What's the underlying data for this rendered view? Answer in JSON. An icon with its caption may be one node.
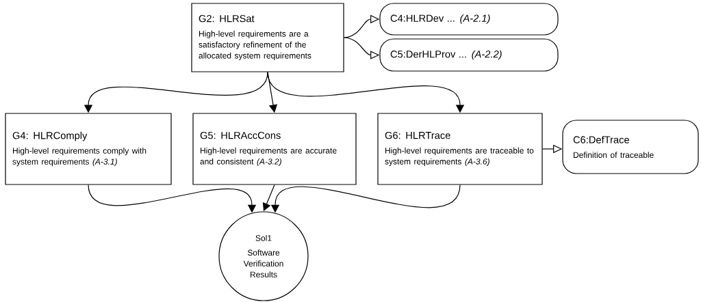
{
  "diagram": {
    "nodes": [
      {
        "text": [
          "G2: HLRSat",
          "High-level requirements are a satisfactory refinement of the allocated system requirements"
        ]
      },
      {
        "text": [
          "C4:HLRDev ... *(A-2.1)*"
        ]
      },
      {
        "text": [
          "C5:DerHLProv ... *(A-2.2)*"
        ]
      },
      {
        "text": [
          "G4: HLRComply",
          "High-level requirements comply with system requirements *(A-3.1)*"
        ]
      },
      {
        "text": [
          "G5: HLRAccCons",
          "High-level requirements are accurate and consistent *(A-3.2)*"
        ]
      },
      {
        "text": [
          "G6: HLRTrace",
          "High-level requirements are traceable to system requirements *(A-3.6)*"
        ]
      },
      {
        "text": [
          "C6:DefTrace",
          "Definition of traceable"
        ]
      },
      {
        "text": [
          "Sol1",
          "Software Verification Results"
        ]
      }
    ],
    "edges": [
      {
        "from": 0,
        "to": 1,
        "arrow": "to"
      },
      {
        "from": 0,
        "to": 2,
        "arrow": "to"
      },
      {
        "from": 0,
        "to": 3,
        "arrow": "to"
      },
      {
        "from": 0,
        "to": 4,
        "arrow": "to"
      },
      {
        "from": 0,
        "to": 5,
        "arrow": "to"
      },
      {
        "from": 5,
        "to": 6,
        "arrow": "to"
      },
      {
        "from": 3,
        "to": 7,
        "arrow": "to"
      },
      {
        "from": 4,
        "to": 7,
        "arrow": "to"
      },
      {
        "from": 5,
        "to": 7,
        "arrow": "to"
      }
    ]
  }
}
